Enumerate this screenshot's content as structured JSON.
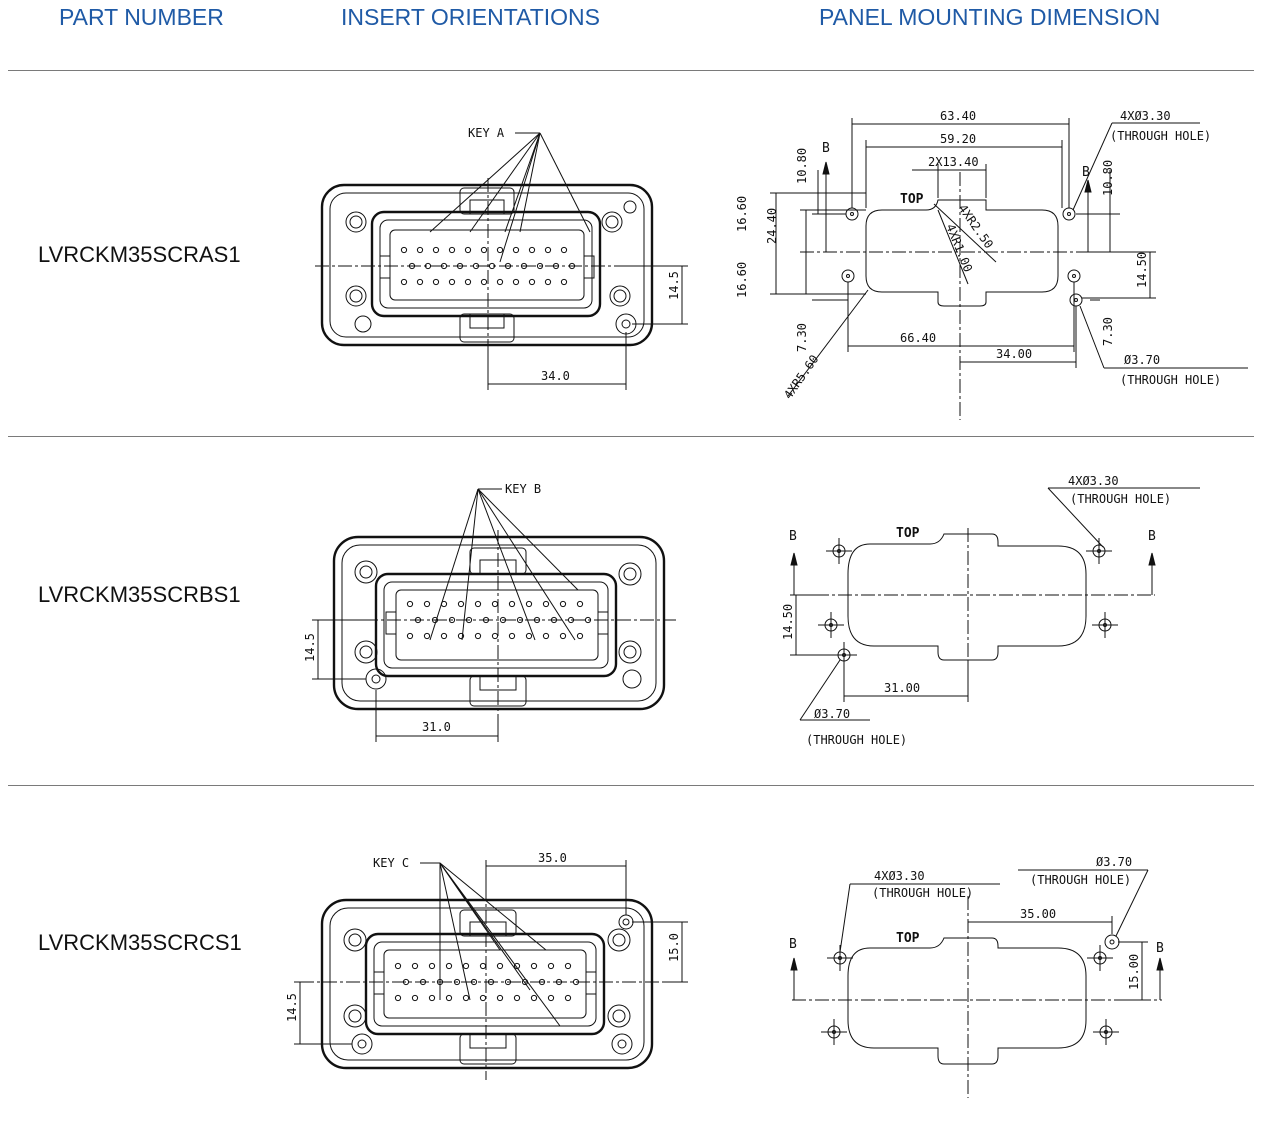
{
  "header": {
    "col1": "PART NUMBER",
    "col2": "INSERT ORIENTATIONS",
    "col3": "PANEL MOUNTING DIMENSION",
    "color": "#1f5aa6"
  },
  "rows": [
    {
      "part_number": "LVRCKM35SCRAS1",
      "key_label": "KEY A",
      "insert_dims": {
        "width": "34.0",
        "height": "14.5"
      },
      "panel": {
        "d_63": "63.40",
        "d_59": "59.20",
        "d_13": "2X13.40",
        "d_1080a": "10.80",
        "d_1080b": "10.80",
        "d_1660a": "16.60",
        "d_1660b": "16.60",
        "d_2440": "24.40",
        "d_730a": "7.30",
        "d_730b": "7.30",
        "d_1450": "14.50",
        "d_6640": "66.40",
        "d_3400": "34.00",
        "r_250": "4XR2.50",
        "r_100": "4XR1.00",
        "r_560": "4XR5.60",
        "hole_small": "4XØ3.30",
        "hole_small_note": "(THROUGH HOLE)",
        "hole_large": "Ø3.70",
        "hole_large_note": "(THROUGH HOLE)",
        "top": "TOP",
        "sec": "B"
      }
    },
    {
      "part_number": "LVRCKM35SCRBS1",
      "key_label": "KEY B",
      "insert_dims": {
        "width": "31.0",
        "height": "14.5"
      },
      "panel": {
        "hole_small": "4XØ3.30",
        "hole_small_note": "(THROUGH HOLE)",
        "hole_large": "Ø3.70",
        "hole_large_note": "(THROUGH HOLE)",
        "d_1450": "14.50",
        "d_3100": "31.00",
        "top": "TOP",
        "sec": "B"
      }
    },
    {
      "part_number": "LVRCKM35SCRCS1",
      "key_label": "KEY C",
      "insert_dims": {
        "width": "35.0",
        "height": "15.0",
        "left_height": "14.5"
      },
      "panel": {
        "hole_small": "4XØ3.30",
        "hole_small_note": "(THROUGH HOLE)",
        "hole_large": "Ø3.70",
        "hole_large_note": "(THROUGH HOLE)",
        "d_3500": "35.00",
        "d_1500": "15.00",
        "top": "TOP",
        "sec": "B"
      }
    }
  ]
}
